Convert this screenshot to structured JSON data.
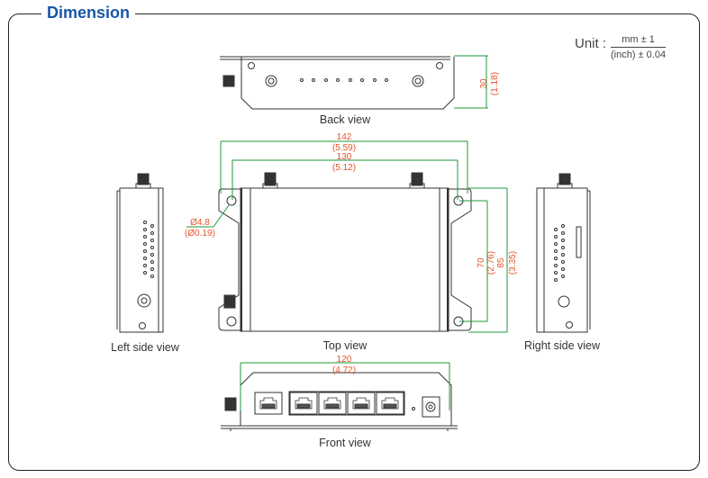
{
  "title": "Dimension",
  "unit": {
    "label": "Unit :",
    "numerator": "mm ± 1",
    "denominator": "(inch) ± 0.04"
  },
  "views": {
    "back": "Back view",
    "top": "Top view",
    "left": "Left side view",
    "right": "Right side view",
    "front": "Front view"
  },
  "dimensions": {
    "back_height_mm": "30",
    "back_height_in": "(1.18)",
    "overall_width_mm": "142",
    "overall_width_in": "(5.59)",
    "hole_span_width_mm": "130",
    "hole_span_width_in": "(5.12)",
    "hole_span_depth_mm": "70",
    "hole_span_depth_in": "(2.76)",
    "overall_depth_mm": "85",
    "overall_depth_in": "(3.35)",
    "hole_diameter_mm": "Ø4.8",
    "hole_diameter_in": "(Ø0.19)",
    "front_width_mm": "120",
    "front_width_in": "(4.72)"
  },
  "colors": {
    "title": "#1a56a8",
    "dimension_text": "#e8542a",
    "dimension_line": "#1f9a3a",
    "outline": "#333333"
  }
}
